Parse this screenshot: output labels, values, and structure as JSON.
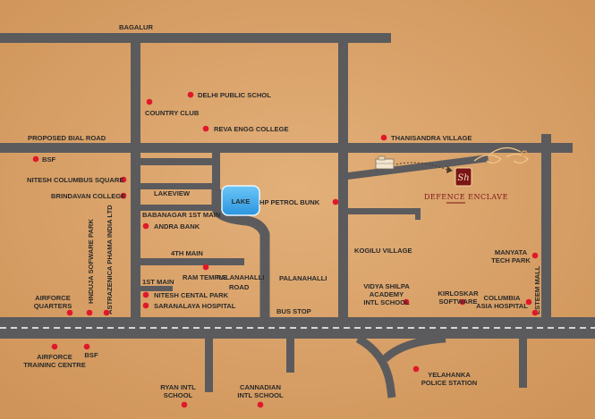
{
  "colors": {
    "background": "#d9a26a",
    "road": "#5b5b5d",
    "lake": "#39a9ee",
    "pin": "#e0182a",
    "label": "#2a2a2a",
    "brand": "#7a1416",
    "highway_dash": "#ffffff"
  },
  "map": {
    "roads": {
      "bagalur": "BAGALUR",
      "proposed_bial_road": "PROPOSED BIAL ROAD",
      "lakeview": "LAKEVIEW",
      "babanagar_1st_main": "BABANAGAR 1ST MAIN",
      "fourth_main": "4TH MAIN",
      "first_main": "1ST MAIN",
      "palanahalli_road_line1": "PALANAHALLI",
      "palanahalli_road_line2": "ROAD",
      "palanahalli": "PALANAHALLI",
      "kogilu_village": "KOGILU VILLAGE",
      "bus_stop": "BUS STOP",
      "hnduja_software_park": "HNDUJA  SOFWARE PARK",
      "astrazenica": "ASTRAZENICA PHAMA INDIA LTD",
      "esteem_mall": "ESTEEM MALL"
    },
    "lake": "LAKE",
    "places": {
      "delhi_public_school": "DELHI PUBLIC SCHOL",
      "country_club": "COUNTRY CLUB",
      "reva_engg_college": "REVA ENGG COLLEGE",
      "thanisandra_village": "THANISANDRA VILLAGE",
      "bsf_north": "BSF",
      "nitesh_columbus_square": "NITESH COLUMBUS SQUARE",
      "brindavan_college": "BRINDAVAN COLLEGE",
      "hp_petrol_bunk": "HP PETROL BUNK",
      "andra_bank": "ANDRA BANK",
      "ram_temple": "RAM TEMPLE",
      "nitesh_cental_park": "NITESH CENTAL PARK",
      "saranalaya_hospital": "SARANALAYA HOSPITAL",
      "airforce_quarters_line1": "AIRFORCE",
      "airforce_quarters_line2": "QUARTERS",
      "vidya_shilpa_line1": "VIDYA SHILPA",
      "vidya_shilpa_line2": "ACADEMY",
      "vidya_shilpa_line3": "INTL SCHOOL",
      "kirloskar_line1": "KIRLOSKAR",
      "kirloskar_line2": "SOFTWARE",
      "columbia_line1": "COLUMBIA",
      "columbia_line2": "ASIA HOSPITAL",
      "manyata_line1": "MANYATA",
      "manyata_line2": "TECH PARK",
      "airforce_training_line1": "AIRFORCE",
      "airforce_training_line2": "TRAININC CENTRE",
      "bsf_south": "BSF",
      "ryan_line1": "RYAN INTL",
      "ryan_line2": "SCHOOL",
      "canadian_line1": "CANNADIAN",
      "canadian_line2": "INTL SCHOOL",
      "yelahanka_line1": "YELAHANKA",
      "yelahanka_line2": "POLICE STATION"
    },
    "project": {
      "monogram": "Sh",
      "name": "DEFENCE ENCLAVE",
      "logo_icon": "defence-enclave-logo-icon",
      "building_icon": "building-icon"
    }
  }
}
